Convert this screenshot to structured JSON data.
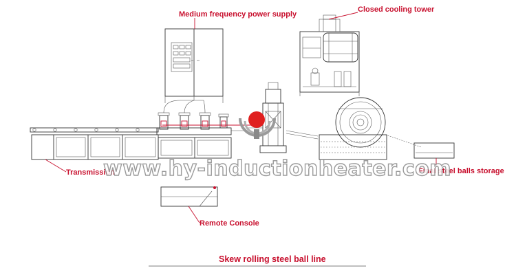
{
  "labels": {
    "power_supply": "Medium frequency power supply",
    "cooling_tower": "Closed cooling tower",
    "transmission": "Transmission",
    "storage": "Final steel balls storage",
    "remote_console": "Remote Console",
    "title": "Skew rolling steel ball line"
  },
  "watermark": "www.hy-inductionheater.com",
  "colors": {
    "label": "#c8102e",
    "line": "#333333",
    "logo_red": "#e02020",
    "logo_gray": "#8a8a8a"
  }
}
